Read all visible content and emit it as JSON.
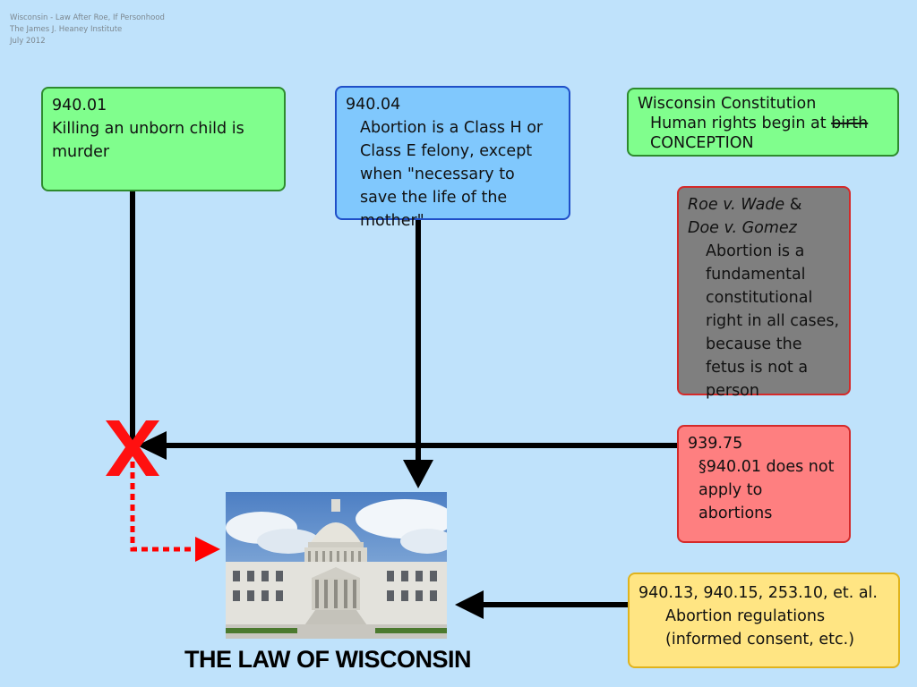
{
  "header": {
    "line1": "Wisconsin - Law After Roe, If Personhood",
    "line2": "The James J. Heaney Institute",
    "line3": "July 2012"
  },
  "boxes": {
    "s94001": {
      "code": "940.01",
      "text": "Killing an unborn child is murder"
    },
    "s94004": {
      "code": "940.04",
      "text": "Abortion is a Class H or Class E felony, except when \"necessary to save the life of the mother\""
    },
    "constitution": {
      "title": "Wisconsin Constitution",
      "text_prefix": "Human rights begin at ",
      "struck_word": "birth",
      "text_new": "CONCEPTION"
    },
    "roe": {
      "case1": "Roe v. Wade",
      "amp": "&",
      "case2": "Doe v. Gomez",
      "text": "Abortion is a fundamental constitutional right in all cases, because the fetus is not a person"
    },
    "s93975": {
      "code": "939.75",
      "text": "§940.01 does not apply to abortions"
    },
    "regs": {
      "code": "940.13, 940.15, 253.10, et. al.",
      "text": "Abortion regulations (informed consent, etc.)"
    }
  },
  "title": "THE LAW OF WISCONSIN",
  "colors": {
    "background": "#bfe2fb",
    "green": "#80fe8d",
    "blue": "#80c8fd",
    "gray": "#7f7f7f",
    "red": "#fe7f80",
    "yellow": "#ffe583",
    "cross": "#ff0000"
  },
  "icons": {
    "cross": "x-mark-icon",
    "capitol": "capitol-building-image"
  }
}
